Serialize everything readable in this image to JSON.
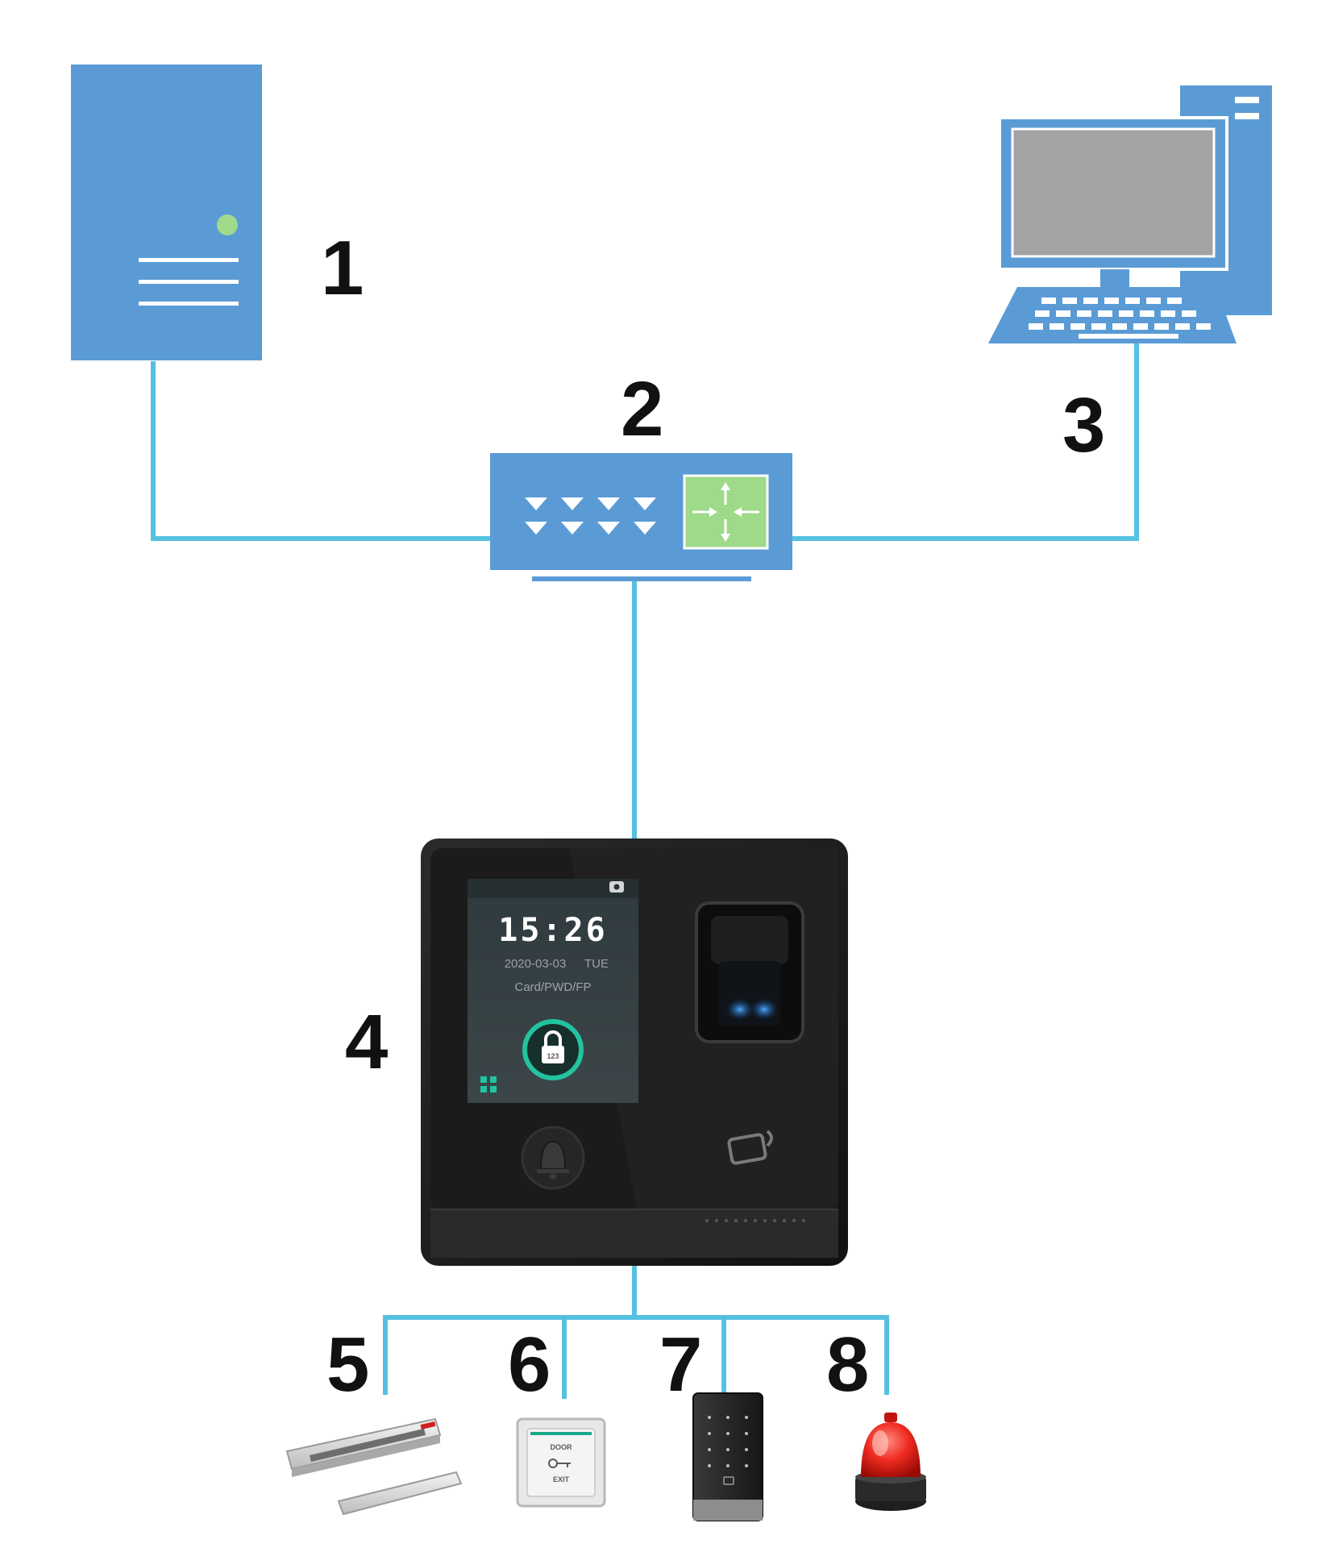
{
  "colors": {
    "device_blue": "#5a9bd5",
    "line_cyan": "#55c1e0",
    "accent_green": "#9fd98a",
    "monitor_screen": "#a3a3a3",
    "terminal_body": "#1f1f1f",
    "alarm_red": "#e0201a"
  },
  "nodes": [
    {
      "number": "1",
      "icon": "server-icon"
    },
    {
      "number": "2",
      "icon": "network-switch-icon"
    },
    {
      "number": "3",
      "icon": "desktop-computer-icon"
    },
    {
      "number": "4",
      "icon": "access-control-terminal-icon"
    },
    {
      "number": "5",
      "icon": "electromagnetic-lock-icon"
    },
    {
      "number": "6",
      "icon": "door-exit-button-icon"
    },
    {
      "number": "7",
      "icon": "card-reader-keypad-icon"
    },
    {
      "number": "8",
      "icon": "alarm-beacon-icon"
    }
  ],
  "terminal": {
    "time": "15:26",
    "date": "2020-03-03",
    "weekday": "TUE",
    "unlock_modes": "Card/PWD/FP",
    "lock_badge": "123"
  },
  "exit_button": {
    "line1": "DOOR",
    "line2": "EXIT"
  }
}
